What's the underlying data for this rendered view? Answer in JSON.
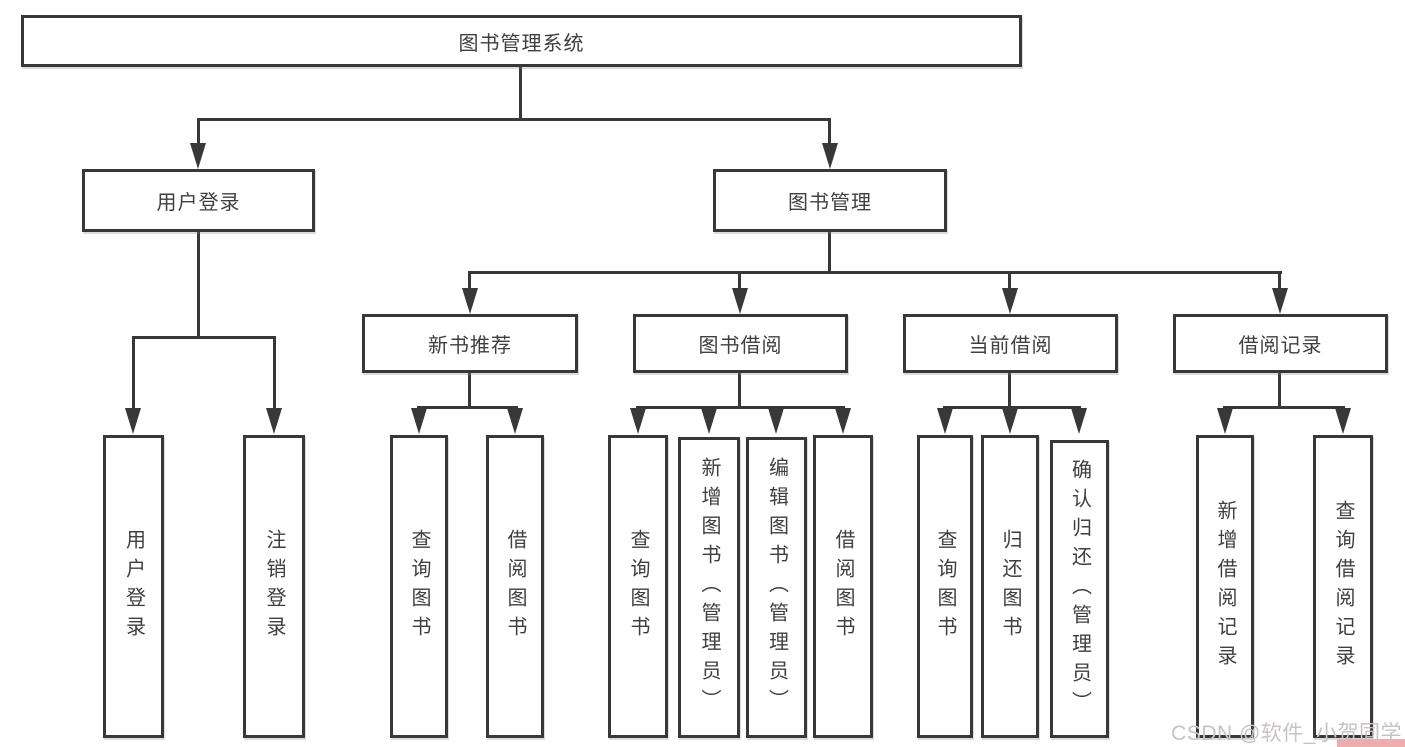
{
  "diagram": {
    "root": "图书管理系统",
    "level2": [
      "用户登录",
      "图书管理"
    ],
    "level3": [
      "新书推荐",
      "图书借阅",
      "当前借阅",
      "借阅记录"
    ],
    "leaves": {
      "login": [
        "用户登录",
        "注销登录"
      ],
      "recommend": [
        "查询图书",
        "借阅图书"
      ],
      "borrow": [
        "查询图书",
        "新增图书（管理员）",
        "编辑图书（管理员）",
        "借阅图书"
      ],
      "current": [
        "查询图书",
        "归还图书",
        "确认归还（管理员）"
      ],
      "records": [
        "新增借阅记录",
        "查询借阅记录"
      ]
    }
  },
  "watermark": "CSDN @软件_小贺同学",
  "colors": {
    "line": "#383838",
    "text": "#3f3f3f",
    "background": "#ffffff",
    "watermark": "#c8c2c2",
    "watermark_accent": "#eeadad"
  }
}
